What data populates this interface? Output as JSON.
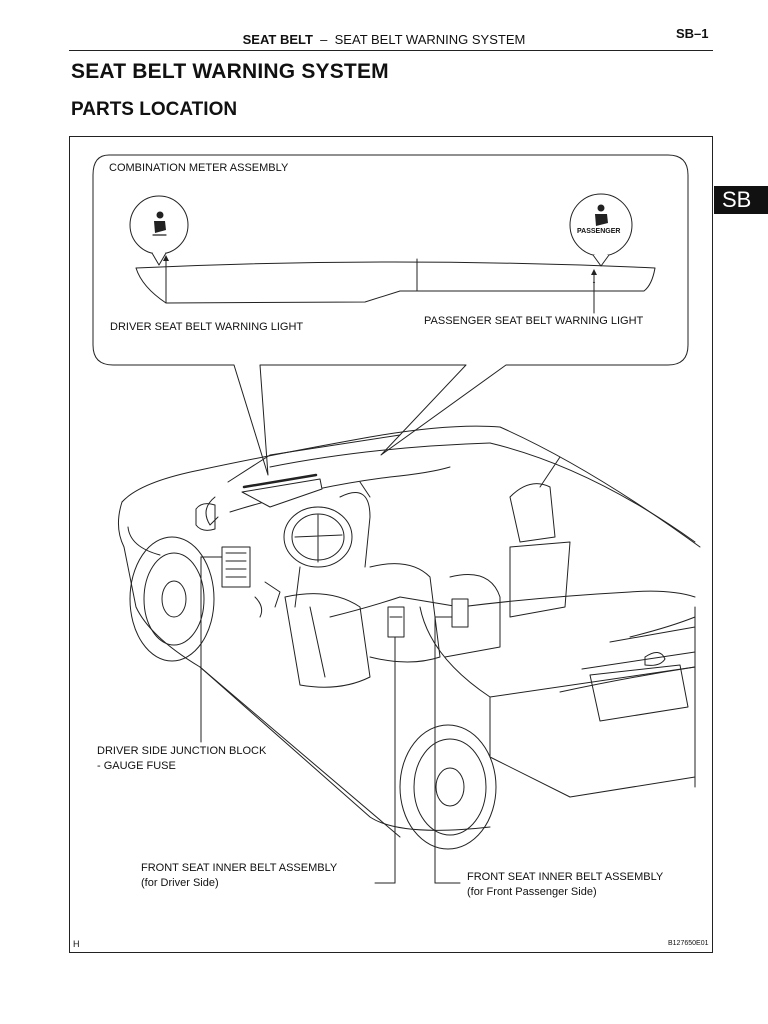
{
  "header": {
    "section_bold": "SEAT BELT",
    "separator": "–",
    "section_rest": "SEAT BELT WARNING SYSTEM",
    "page_number": "SB–1"
  },
  "title": "SEAT BELT WARNING SYSTEM",
  "subtitle": "PARTS LOCATION",
  "side_tab": "SB",
  "figure": {
    "callout_title": "COMBINATION METER ASSEMBLY",
    "passenger_icon_text": "PASSENGER",
    "labels": {
      "driver_light": "DRIVER SEAT BELT WARNING LIGHT",
      "passenger_light": "PASSENGER SEAT BELT WARNING LIGHT",
      "junction_block_line1": "DRIVER SIDE JUNCTION BLOCK",
      "junction_block_line2": "- GAUGE FUSE",
      "driver_belt_line1": "FRONT SEAT INNER BELT ASSEMBLY",
      "driver_belt_line2": "(for Driver Side)",
      "passenger_belt_line1": "FRONT SEAT INNER BELT ASSEMBLY",
      "passenger_belt_line2": "(for Front Passenger Side)"
    },
    "corner_mark": "H",
    "figure_code": "B127650E01"
  }
}
